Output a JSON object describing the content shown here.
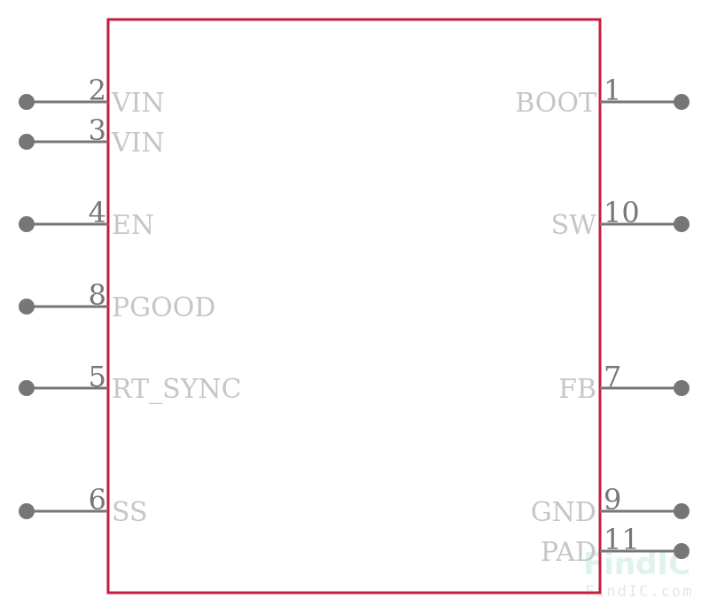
{
  "colors": {
    "body_outline": "#c41e3a",
    "pin_line": "#767676",
    "pin_number": "#767676",
    "pin_name": "#c6c6c6"
  },
  "left_pins": [
    {
      "number": "2",
      "name": "VIN"
    },
    {
      "number": "3",
      "name": "VIN"
    },
    {
      "number": "4",
      "name": "EN"
    },
    {
      "number": "8",
      "name": "PGOOD"
    },
    {
      "number": "5",
      "name": "RT_SYNC"
    },
    {
      "number": "6",
      "name": "SS"
    }
  ],
  "right_pins": [
    {
      "number": "1",
      "name": "BOOT"
    },
    {
      "number": "10",
      "name": "SW"
    },
    {
      "number": "7",
      "name": "FB"
    },
    {
      "number": "9",
      "name": "GND"
    },
    {
      "number": "11",
      "name": "PAD"
    }
  ],
  "watermark": {
    "logo": "FindIC",
    "url": "FindIC.com"
  }
}
